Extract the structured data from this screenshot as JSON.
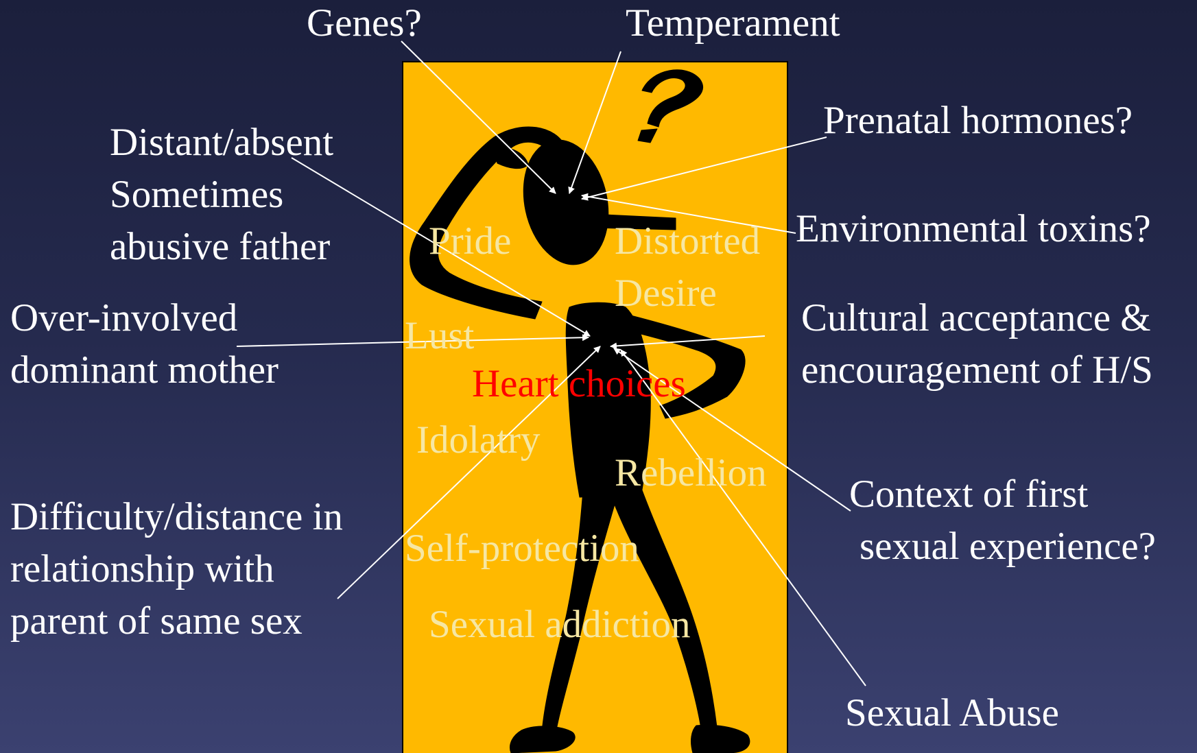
{
  "outer_labels": {
    "genes": "Genes?",
    "temperament": "Temperament",
    "prenatal": "Prenatal hormones?",
    "father": [
      "Distant/absent",
      "Sometimes",
      "abusive father"
    ],
    "toxins": "Environmental toxins?",
    "mother": [
      "Over-involved",
      "dominant mother"
    ],
    "cultural": [
      "Cultural acceptance &",
      "encouragement of H/S"
    ],
    "same_sex": [
      "Difficulty/distance in",
      "relationship with",
      "parent of same sex"
    ],
    "context": [
      "Context of first",
      "sexual experience?"
    ],
    "abuse": "Sexual Abuse"
  },
  "inner_labels": {
    "pride": "Pride",
    "distorted": [
      "Distorted",
      "Desire"
    ],
    "lust": "Lust",
    "heart": "Heart choices",
    "idolatry": "Idolatry",
    "rebellion": "Rebellion",
    "self_protection": "Self-protection",
    "addiction": "Sexual addiction"
  },
  "colors": {
    "background": "#222745",
    "panel": "#ffb900",
    "figure": "#000000",
    "label": "#ffffff",
    "inner_label": "#f6e7a3",
    "heart_label": "#ff0000"
  }
}
